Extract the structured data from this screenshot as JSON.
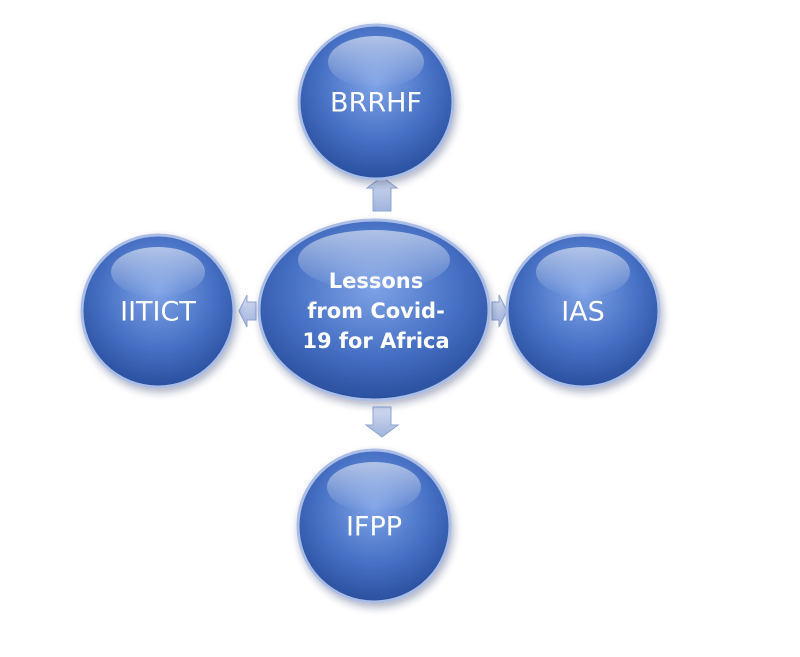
{
  "colors": {
    "node_fill_light": "#6b92dc",
    "node_fill_dark": "#2a4f9e",
    "node_border": "#a9bde6",
    "arrow_fill": "#b9c8e6",
    "background": "#ffffff"
  },
  "center": {
    "lines": [
      "Lessons",
      "from Covid-",
      "19 for Africa"
    ]
  },
  "nodes": {
    "top": {
      "label": "BRRHF"
    },
    "left": {
      "label": "IITICT"
    },
    "right": {
      "label": "IAS"
    },
    "bottom": {
      "label": "IFPP"
    }
  }
}
